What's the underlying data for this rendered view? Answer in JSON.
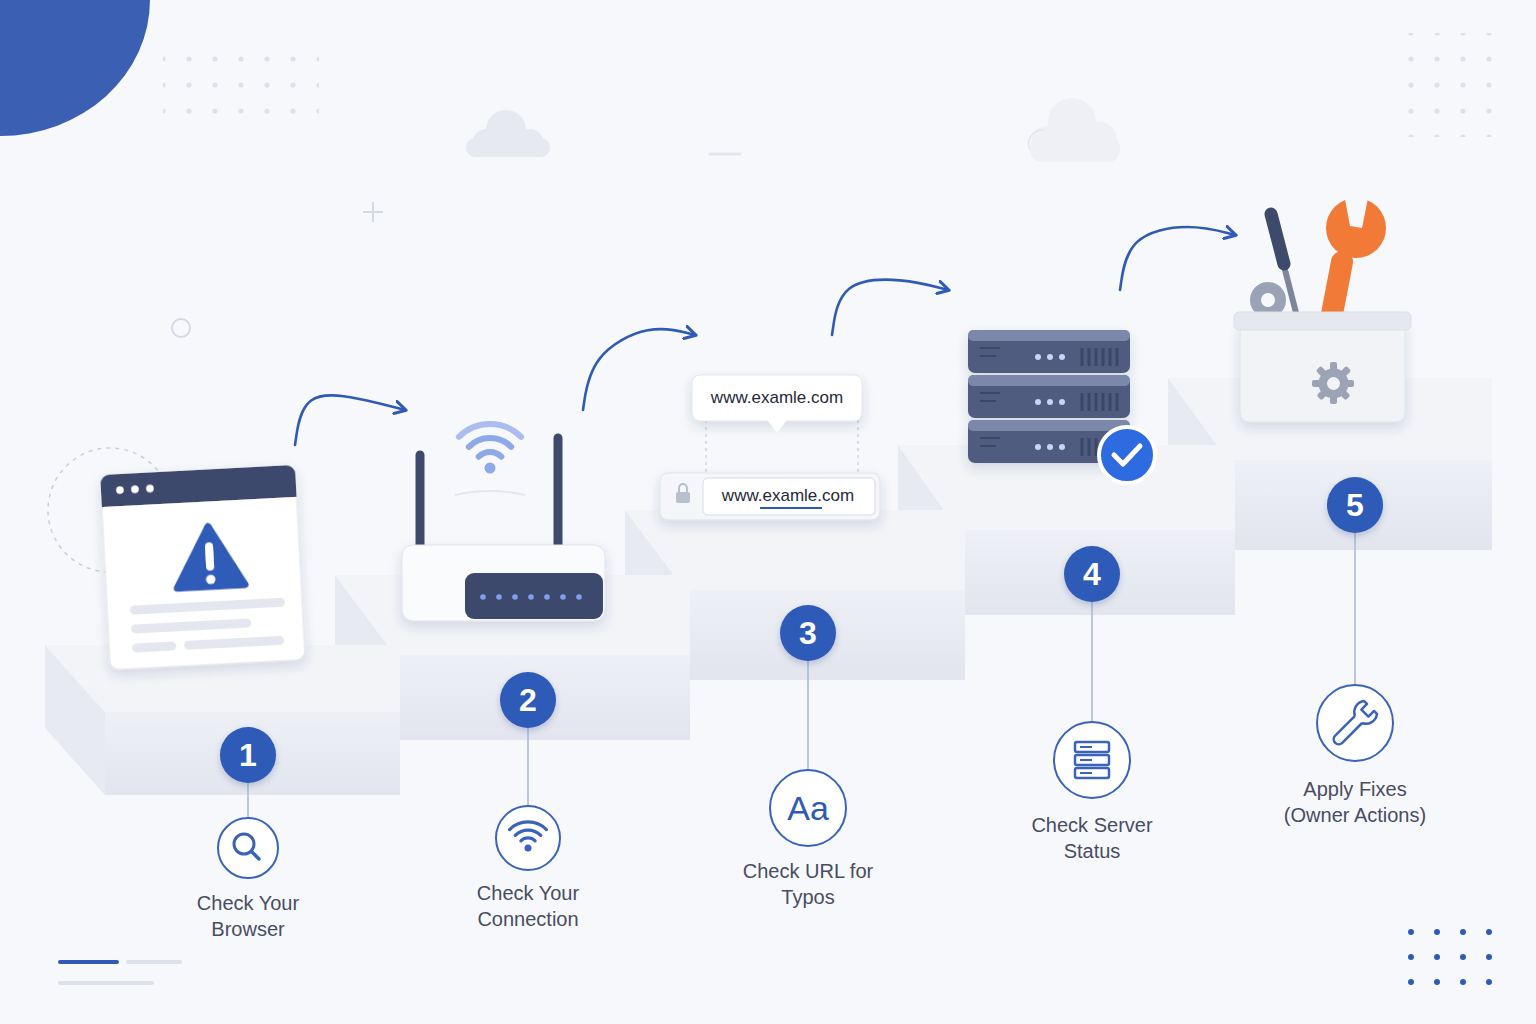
{
  "diagram": {
    "nodes": [
      {
        "text": [
          "1",
          "Check Your Browser"
        ]
      },
      {
        "text": [
          "2",
          "Check Your Connection"
        ]
      },
      {
        "text": [
          "3",
          "Check URL for Typos"
        ]
      },
      {
        "text": [
          "4",
          "Check Server Status"
        ]
      },
      {
        "text": [
          "5",
          "Apply Fixes (Owner Actions)"
        ]
      }
    ],
    "edges": [
      {
        "from": 0,
        "to": 1,
        "arrow": "to"
      },
      {
        "from": 1,
        "to": 2,
        "arrow": "to"
      },
      {
        "from": 2,
        "to": 3,
        "arrow": "to"
      },
      {
        "from": 3,
        "to": 4,
        "arrow": "to"
      }
    ],
    "labels": [
      "www.examle.com",
      "www.examle.com",
      "Aa"
    ]
  }
}
